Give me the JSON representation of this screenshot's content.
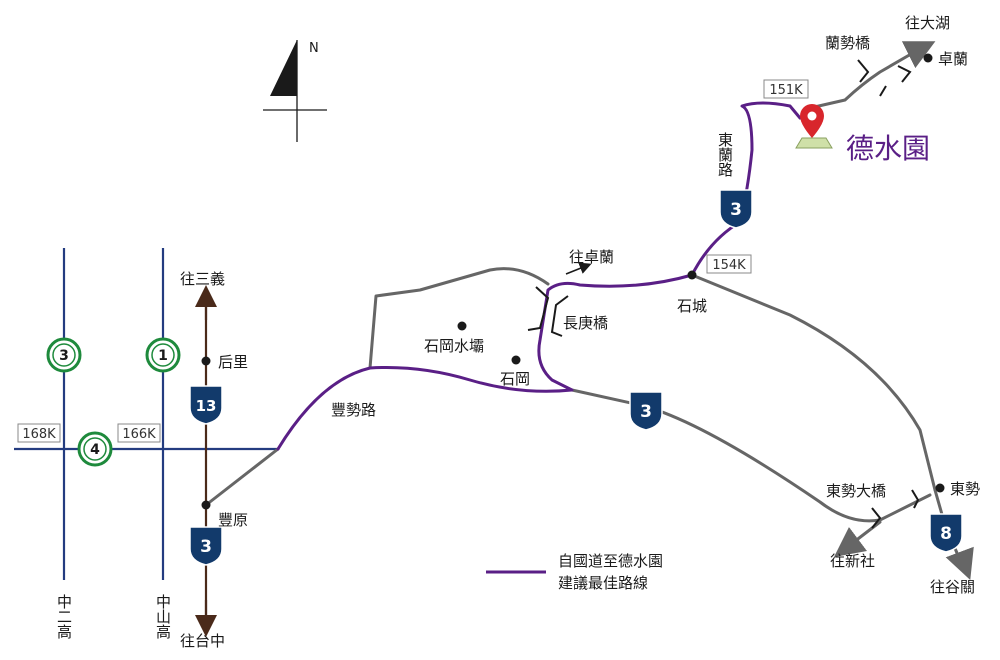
{
  "north_label": "N",
  "destination": "德水園",
  "legend": {
    "line1": "自國道至德水園",
    "line2": "建議最佳路線"
  },
  "colors": {
    "route": "#5a1f86",
    "road": "#666666",
    "shield": "#123a6b",
    "freeway": "#1e8a3c",
    "main": "#243c80",
    "hw13": "#4a2a1a"
  },
  "shields": {
    "hw3": "3",
    "hw13": "13",
    "hw8": "8",
    "fw1": "1",
    "fw3": "3",
    "fw4": "4"
  },
  "km_markers": {
    "k151": "151K",
    "k154": "154K",
    "k166": "166K",
    "k168": "168K"
  },
  "places": {
    "wang_dahu": "往大湖",
    "lanshi_bridge": "蘭勢橋",
    "zhuolan": "卓蘭",
    "donglan_road": "東蘭路",
    "wang_zhuolan": "往卓蘭",
    "shicheng": "石城",
    "changgeng_bridge": "長庚橋",
    "shigang_dam": "石岡水壩",
    "shigang": "石岡",
    "fengshi_road": "豐勢路",
    "wang_sanyi": "往三義",
    "houli": "后里",
    "fengyuan": "豐原",
    "wang_taichung": "往台中",
    "dongshi_bridge": "東勢大橋",
    "dongshi": "東勢",
    "wang_xinshe": "往新社",
    "wang_guguan": "往谷關",
    "zhong_er_gao": "中二高",
    "zhongshan_gao": "中山高"
  }
}
